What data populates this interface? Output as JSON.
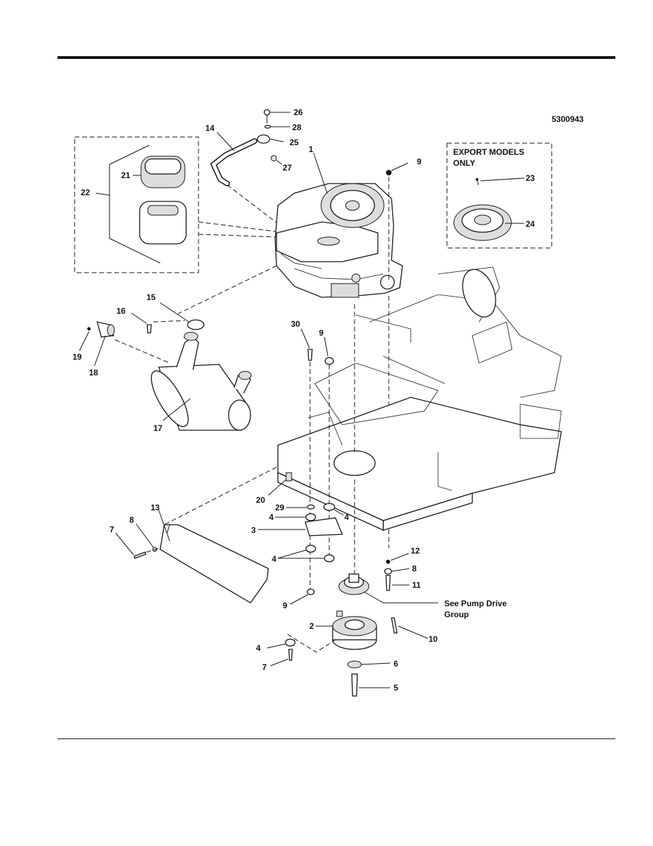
{
  "figure_id": "5300943",
  "export_box": {
    "title_line1": "EXPORT MODELS",
    "title_line2": "ONLY"
  },
  "pump_drive_note": {
    "line1": "See Pump Drive",
    "line2": "Group"
  },
  "callouts": {
    "c1": "1",
    "c2": "2",
    "c3": "3",
    "c4a": "4",
    "c4b": "4",
    "c4c": "4",
    "c4d": "4",
    "c5": "5",
    "c6": "6",
    "c7a": "7",
    "c7b": "7",
    "c8a": "8",
    "c8b": "8",
    "c9a": "9",
    "c9b": "9",
    "c9c": "9",
    "c10": "10",
    "c11": "11",
    "c12": "12",
    "c13": "13",
    "c14": "14",
    "c15": "15",
    "c16": "16",
    "c17": "17",
    "c18": "18",
    "c19": "19",
    "c20": "20",
    "c21": "21",
    "c22": "22",
    "c23": "23",
    "c24": "24",
    "c25": "25",
    "c26": "26",
    "c27": "27",
    "c28": "28",
    "c29": "29",
    "c30": "30"
  }
}
